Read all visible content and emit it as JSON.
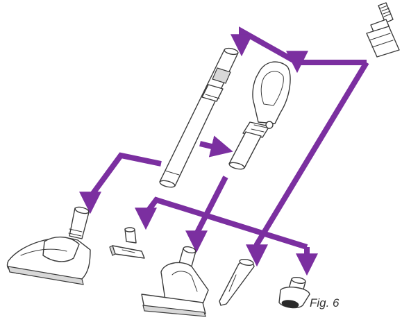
{
  "figure": {
    "caption": "Fig. 6",
    "arrow_color": "#7b2fa0",
    "line_color": "#3a3a3a",
    "parts": [
      {
        "id": "hose-connector",
        "icon": "hose-connector-icon"
      },
      {
        "id": "extension-tube",
        "icon": "extension-tube-icon"
      },
      {
        "id": "handle",
        "icon": "handle-icon"
      },
      {
        "id": "floor-brush",
        "icon": "floor-brush-icon"
      },
      {
        "id": "small-nozzle",
        "icon": "small-nozzle-icon"
      },
      {
        "id": "turbo-brush",
        "icon": "turbo-brush-icon"
      },
      {
        "id": "crevice-tool",
        "icon": "crevice-tool-icon"
      },
      {
        "id": "dusting-nozzle",
        "icon": "dusting-nozzle-icon"
      }
    ]
  }
}
